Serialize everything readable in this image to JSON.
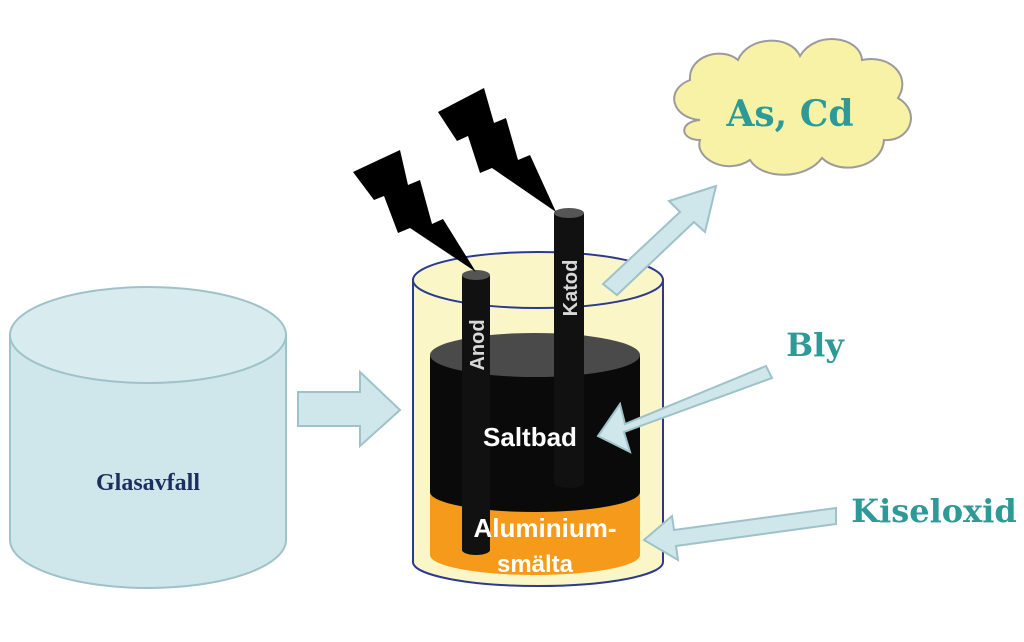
{
  "labels": {
    "glass_waste": "Glasavfall",
    "cloud": "As, Cd",
    "lead": "Bly",
    "silica": "Kiseloxid",
    "anode": "Anod",
    "cathode": "Katod",
    "salt_bath": "Saltbad",
    "aluminium_line1": "Aluminium-",
    "aluminium_line2": "smälta"
  },
  "colors": {
    "glass_cylinder": "#cfe6ea",
    "arrow_fill": "#cfe6ea",
    "arrow_stroke": "#9fc2c9",
    "cloud_fill": "#f7f2a6",
    "vessel_fill": "#fbf6c8",
    "vessel_stroke": "#2b3a8c",
    "salt_bath": "#0a0a0a",
    "aluminium_melt": "#f59a1a",
    "teal_text": "#2e9a98",
    "navy_text": "#1d2f5e"
  },
  "icons": [
    "lightning-bolt-icon",
    "lightning-bolt-icon",
    "cloud-icon"
  ]
}
